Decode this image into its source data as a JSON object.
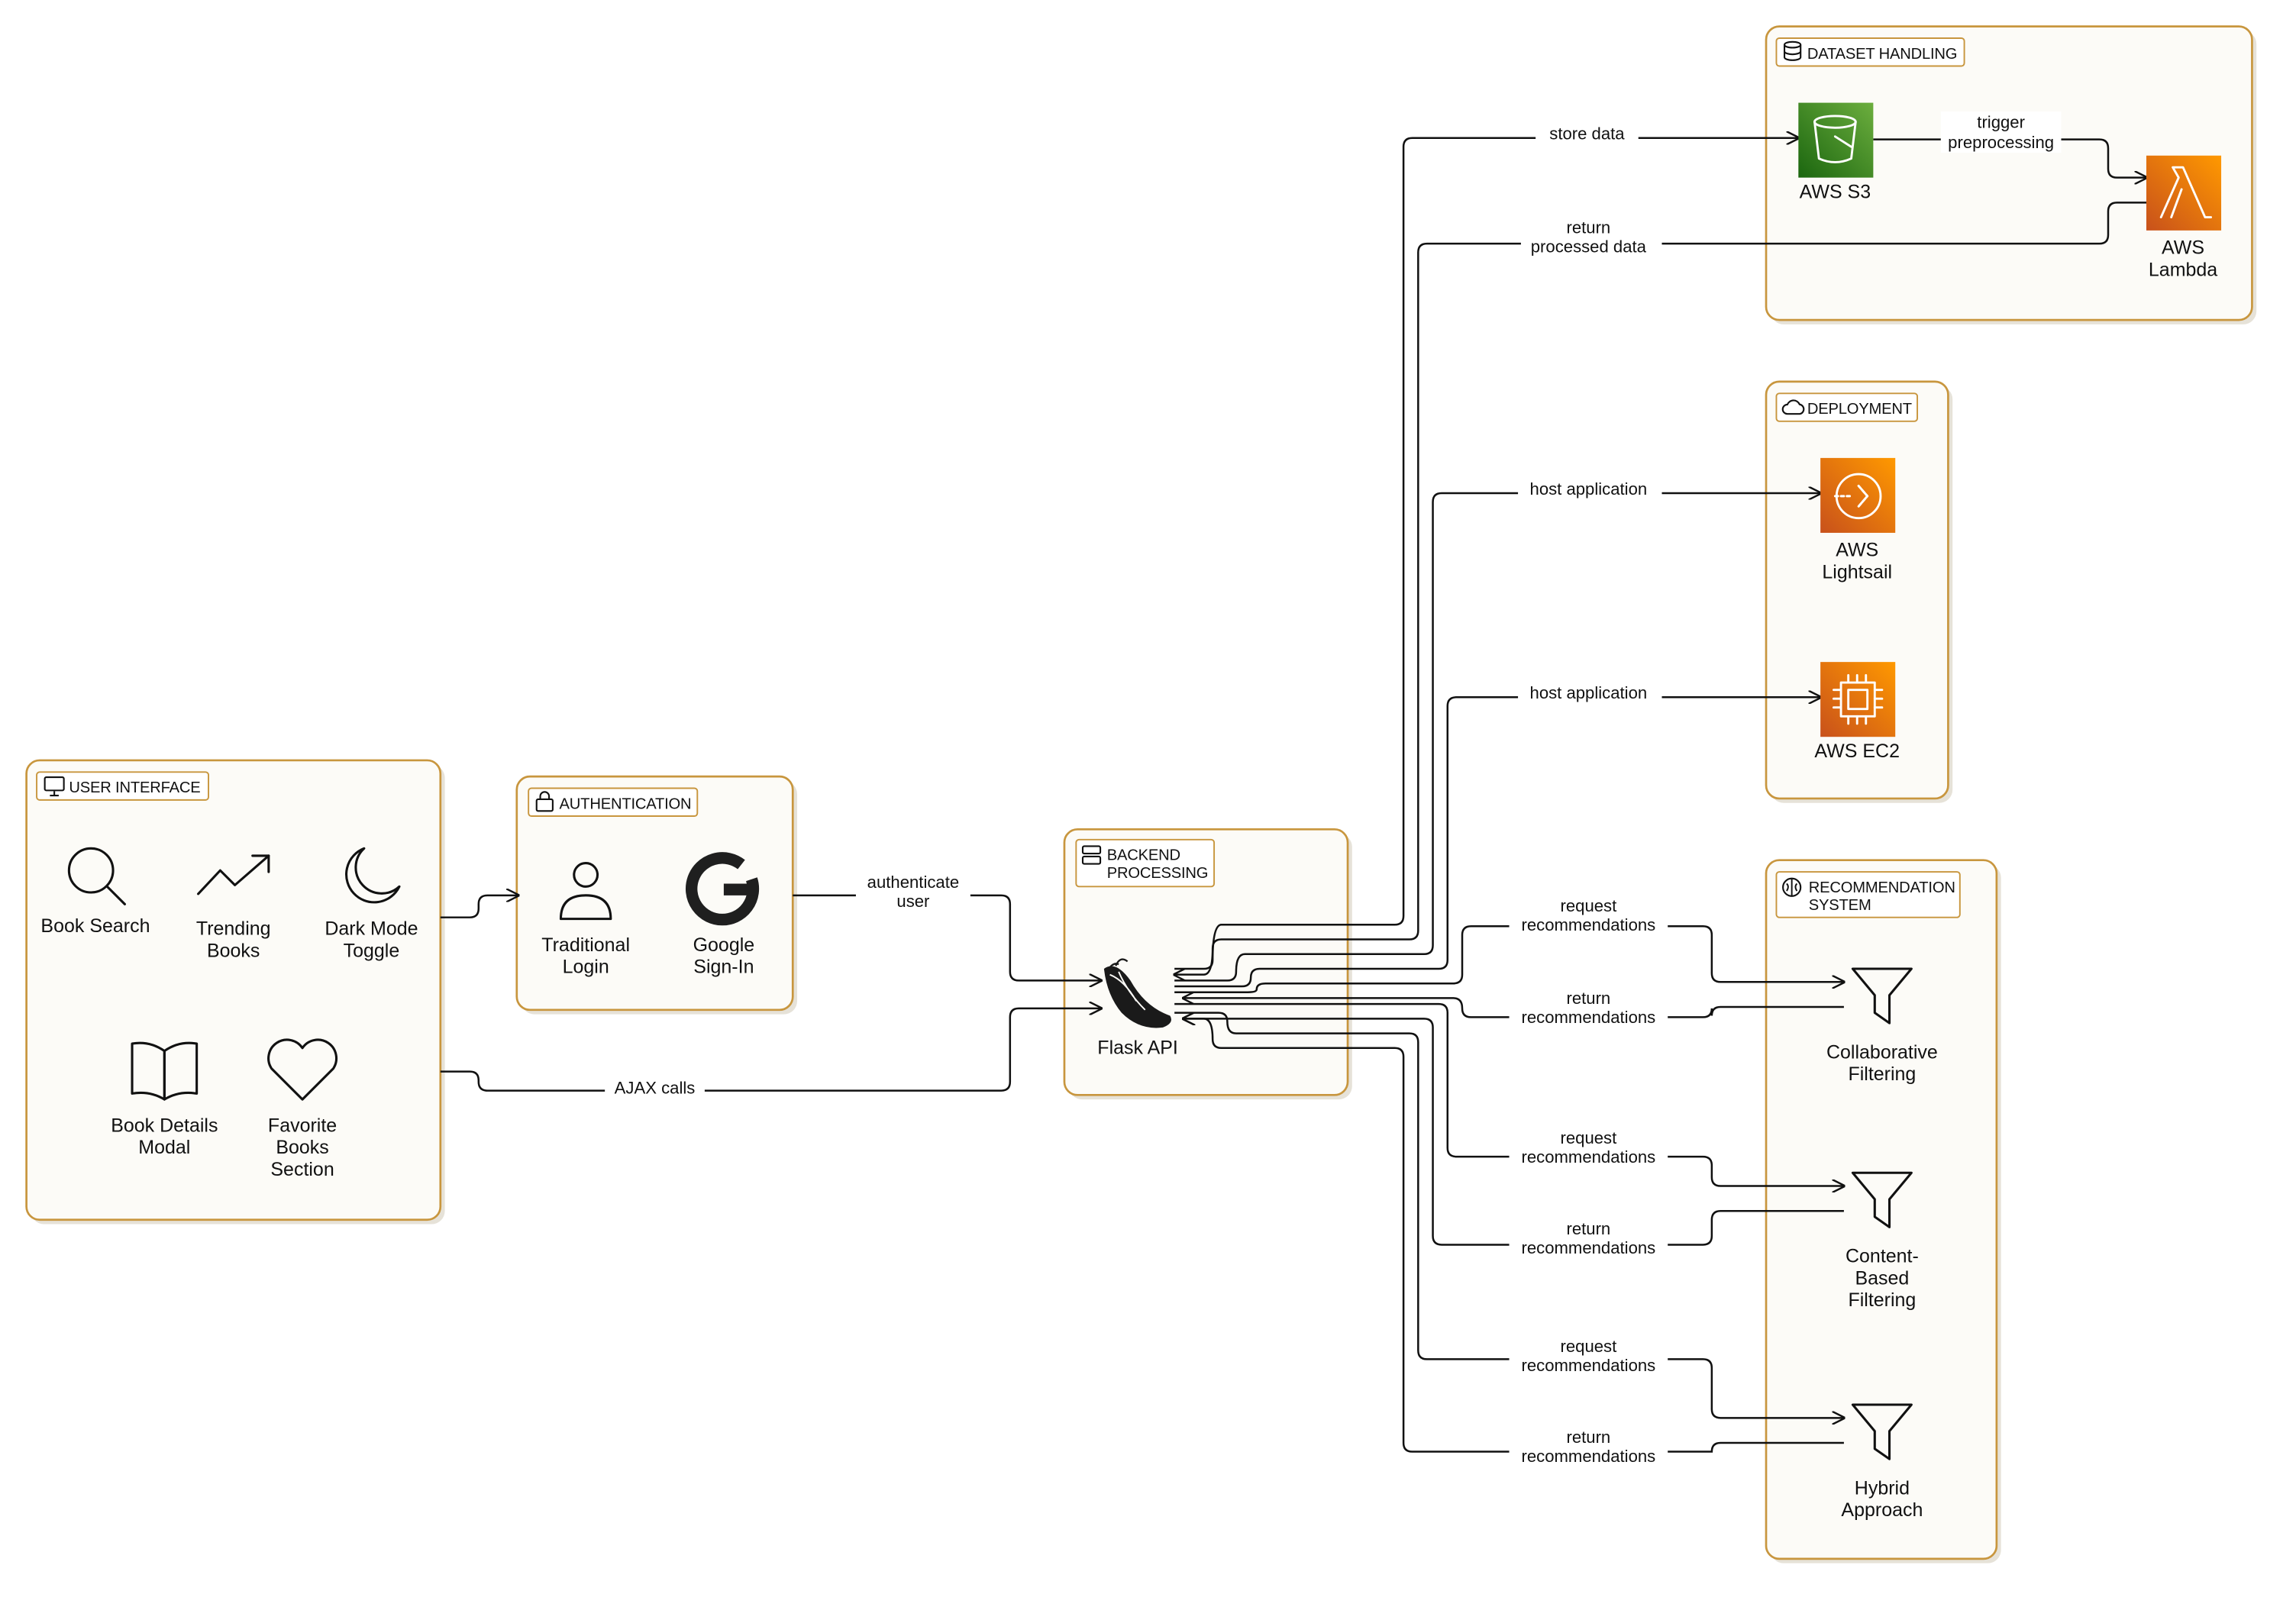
{
  "groups": {
    "user_interface": "USER INTERFACE",
    "authentication": "AUTHENTICATION",
    "backend": [
      "BACKEND",
      "PROCESSING"
    ],
    "dataset": "DATASET HANDLING",
    "deployment": "DEPLOYMENT",
    "recommendation": [
      "RECOMMENDATION",
      "SYSTEM"
    ]
  },
  "nodes": {
    "book_search": [
      "Book Search"
    ],
    "trending": [
      "Trending",
      "Books"
    ],
    "dark_mode": [
      "Dark Mode",
      "Toggle"
    ],
    "book_details": [
      "Book Details",
      "Modal"
    ],
    "favorites": [
      "Favorite",
      "Books",
      "Section"
    ],
    "traditional_login": [
      "Traditional",
      "Login"
    ],
    "google_signin": [
      "Google",
      "Sign-In"
    ],
    "flask_api": [
      "Flask API"
    ],
    "aws_s3": [
      "AWS S3"
    ],
    "aws_lambda": [
      "AWS",
      "Lambda"
    ],
    "aws_lightsail": [
      "AWS",
      "Lightsail"
    ],
    "aws_ec2": [
      "AWS EC2"
    ],
    "collaborative": [
      "Collaborative",
      "Filtering"
    ],
    "content_based": [
      "Content-",
      "Based",
      "Filtering"
    ],
    "hybrid": [
      "Hybrid",
      "Approach"
    ]
  },
  "edges": {
    "authenticate": [
      "authenticate",
      "user"
    ],
    "ajax": [
      "AJAX calls"
    ],
    "store_data": [
      "store data"
    ],
    "trigger": [
      "trigger",
      "preprocessing"
    ],
    "return_processed": [
      "return",
      "processed data"
    ],
    "host_lightsail": [
      "host application"
    ],
    "host_ec2": [
      "host application"
    ],
    "req_collab": [
      "request",
      "recommendations"
    ],
    "ret_collab": [
      "return",
      "recommendations"
    ],
    "req_content": [
      "request",
      "recommendations"
    ],
    "ret_content": [
      "return",
      "recommendations"
    ],
    "req_hybrid": [
      "request",
      "recommendations"
    ],
    "ret_hybrid": [
      "return",
      "recommendations"
    ]
  },
  "colors": {
    "group_border": "#c8963e",
    "group_fill": "#fcfbf7",
    "aws_storage_green": "#3f8624",
    "aws_compute_orange": "#ed7100"
  },
  "icons": {
    "user_interface": "monitor-icon",
    "authentication": "lock-icon",
    "backend": "server-icon",
    "dataset": "database-icon",
    "deployment": "cloud-icon",
    "recommendation": "brain-icon"
  }
}
